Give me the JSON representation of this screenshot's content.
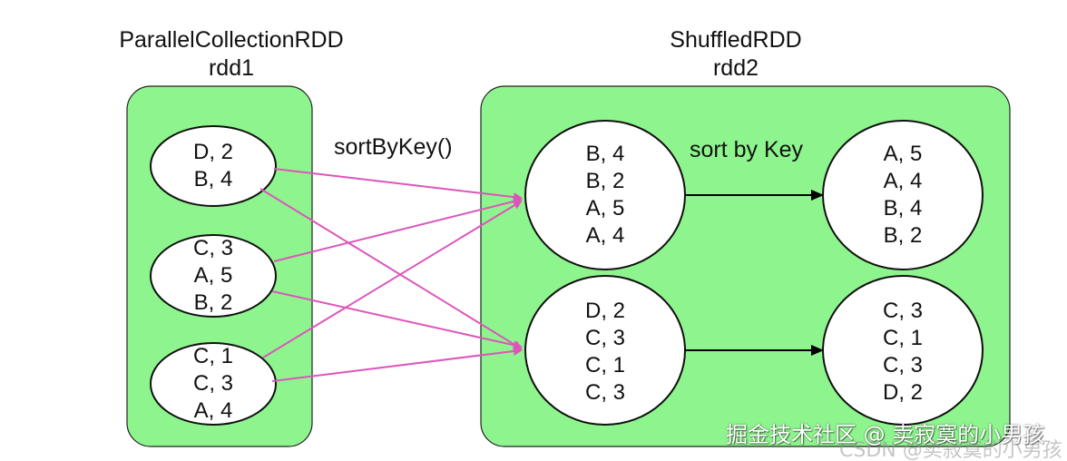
{
  "rdd1": {
    "class_name": "ParallelCollectionRDD",
    "name": "rdd1",
    "partitions": [
      {
        "records": [
          "D, 2",
          "B, 4"
        ]
      },
      {
        "records": [
          "C, 3",
          "A, 5",
          "B, 2"
        ]
      },
      {
        "records": [
          "C, 1",
          "C, 3",
          "A, 4"
        ]
      }
    ]
  },
  "rdd2": {
    "class_name": "ShuffledRDD",
    "name": "rdd2",
    "shuffled_partitions": [
      {
        "records": [
          "B, 4",
          "B, 2",
          "A, 5",
          "A, 4"
        ]
      },
      {
        "records": [
          "D, 2",
          "C, 3",
          "C, 1",
          "C, 3"
        ]
      }
    ],
    "sorted_partitions": [
      {
        "records": [
          "A, 5",
          "A, 4",
          "B, 4",
          "B, 2"
        ]
      },
      {
        "records": [
          "C, 3",
          "C, 1",
          "C, 3",
          "D, 2"
        ]
      }
    ]
  },
  "operation_label": "sortByKey()",
  "sort_label": "sort by Key",
  "watermark": "掘金技术社区 @ 卖寂寞的小男孩",
  "watermark_faint": "CSDN @卖寂寞的小男孩",
  "colors": {
    "rdd_fill": "#8ef58e",
    "rdd_stroke": "#222222",
    "shuffle_arrow": "#dd55bb",
    "sort_arrow": "#000000"
  },
  "edges": {
    "shuffle": [
      {
        "from": "rdd1.partition.0",
        "to": "rdd2.shuffled.0"
      },
      {
        "from": "rdd1.partition.0",
        "to": "rdd2.shuffled.1"
      },
      {
        "from": "rdd1.partition.1",
        "to": "rdd2.shuffled.0"
      },
      {
        "from": "rdd1.partition.1",
        "to": "rdd2.shuffled.1"
      },
      {
        "from": "rdd1.partition.2",
        "to": "rdd2.shuffled.0"
      },
      {
        "from": "rdd1.partition.2",
        "to": "rdd2.shuffled.1"
      }
    ],
    "sort": [
      {
        "from": "rdd2.shuffled.0",
        "to": "rdd2.sorted.0"
      },
      {
        "from": "rdd2.shuffled.1",
        "to": "rdd2.sorted.1"
      }
    ]
  }
}
